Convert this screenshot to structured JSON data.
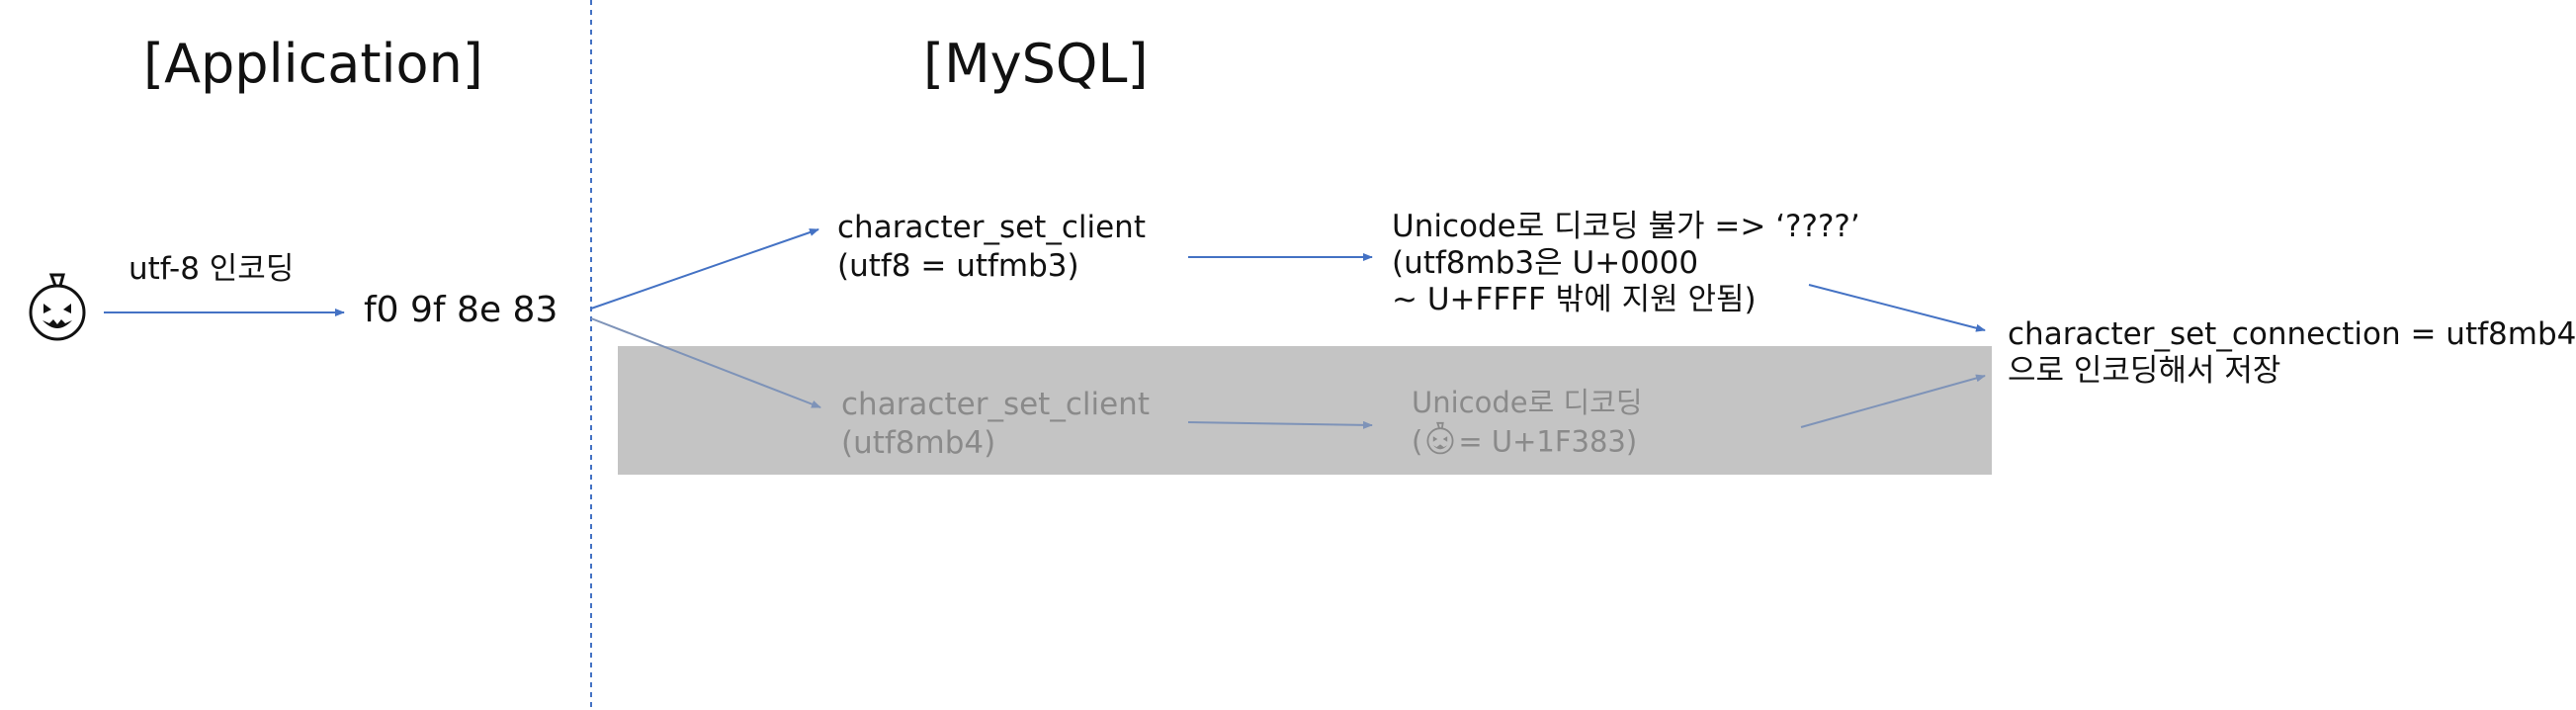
{
  "headings": {
    "application": "[Application]",
    "mysql": "[MySQL]"
  },
  "app": {
    "encoding_label": "utf-8 인코딩",
    "bytes": "f0 9f 8e 83",
    "emoji_icon": "jack-o-lantern-icon"
  },
  "top_path": {
    "client_line1": "character_set_client",
    "client_line2": "(utf8 = utfmb3)",
    "result_line1": "Unicode로 디코딩 불가 => ‘????’",
    "result_line2": "(utf8mb3은 U+0000",
    "result_line3": "~ U+FFFF 밖에 지원 안됨)"
  },
  "bottom_path": {
    "client_line1": "character_set_client",
    "client_line2": "(utf8mb4)",
    "result_line1": "Unicode로 디코딩",
    "result_line2_open": "(",
    "result_line2_rest": "= U+1F383)"
  },
  "connection": {
    "line1": "character_set_connection = utf8mb4",
    "line2": "으로 인코딩해서 저장"
  },
  "colors": {
    "arrow": "#4472c4",
    "divider": "#4472c4",
    "shade": "#c4c4c4",
    "muted_text": "#8a8a8a"
  }
}
